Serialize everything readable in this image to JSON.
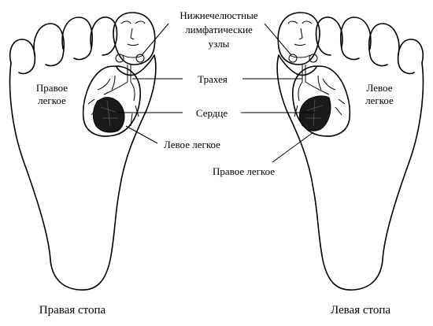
{
  "labels": {
    "lymph_nodes_line1": "Нижнечелюстные",
    "lymph_nodes_line2": "лимфатические",
    "lymph_nodes_line3": "узлы",
    "trachea": "Трахея",
    "heart": "Сердце",
    "left_lung_center": "Левое легкое",
    "right_lung_center": "Правое легкое",
    "right_lung_side_line1": "Правое",
    "right_lung_side_line2": "легкое",
    "left_lung_side_line1": "Левое",
    "left_lung_side_line2": "легкое"
  },
  "captions": {
    "right_foot": "Правая стопа",
    "left_foot": "Левая стопа"
  }
}
